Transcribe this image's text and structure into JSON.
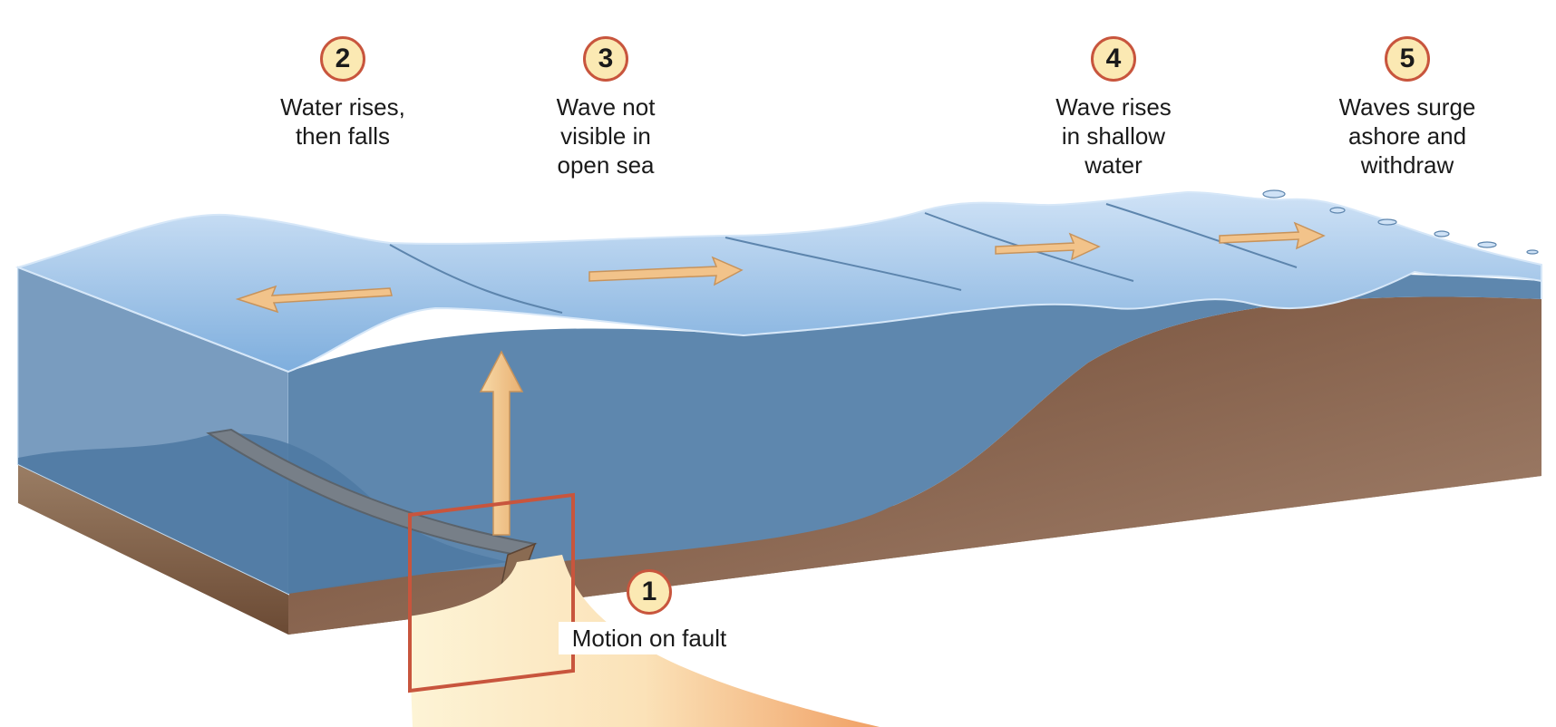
{
  "steps": [
    {
      "number": "1",
      "caption": "Motion on fault"
    },
    {
      "number": "2",
      "caption": "Water rises,\nthen falls"
    },
    {
      "number": "3",
      "caption": "Wave not\nvisible in\nopen sea"
    },
    {
      "number": "4",
      "caption": "Wave rises\nin shallow\nwater"
    },
    {
      "number": "5",
      "caption": "Waves surge\nashore and\nwithdraw"
    }
  ],
  "colors": {
    "water_surface": "#a9cbed",
    "water_deep": "#5d85ad",
    "sediment": "#8a6b52",
    "land": "#7a5037",
    "arrow_fill": "#f2c38a",
    "fault_box": "#c8553d",
    "badge_fill": "#fbe9b3"
  },
  "icons": [
    "arrow-up-icon",
    "arrow-left-icon",
    "arrow-right-icon"
  ]
}
